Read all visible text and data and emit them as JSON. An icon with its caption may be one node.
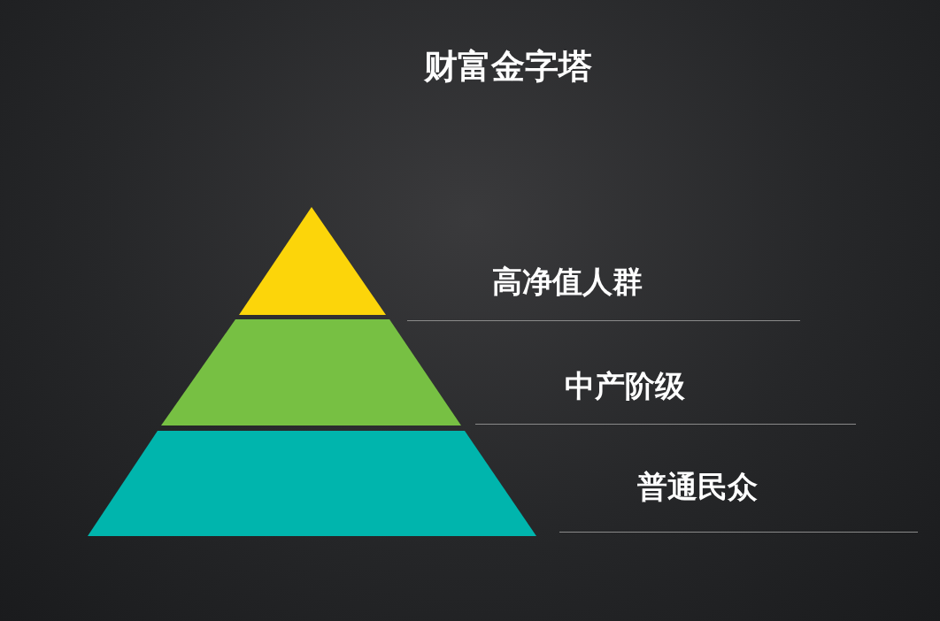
{
  "diagram": {
    "title": "财富金字塔",
    "nodes": [
      {
        "text": [],
        "shape": "triangle"
      },
      {
        "text": [],
        "shape": "trapezoid"
      },
      {
        "text": [],
        "shape": "trapezoid"
      }
    ],
    "labels": [
      "高净值人群",
      "中产阶级",
      "普通民众"
    ]
  }
}
